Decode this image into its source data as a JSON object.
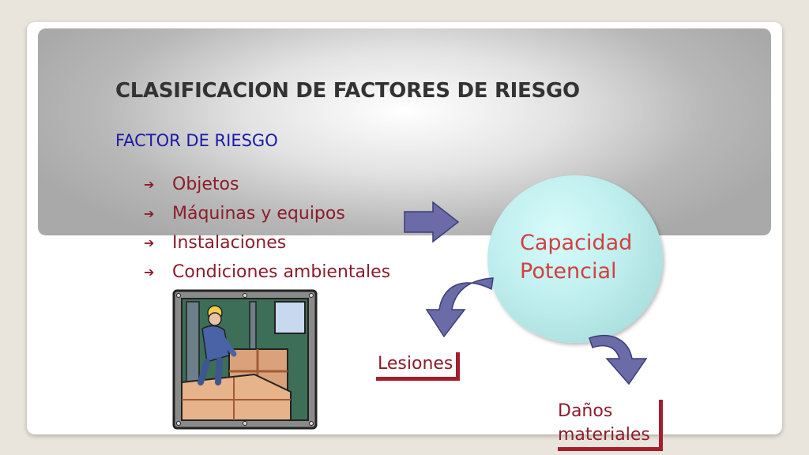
{
  "slide": {
    "title": "CLASIFICACION DE FACTORES DE RIESGO",
    "subtitle": "FACTOR DE RIESGO",
    "bullet_glyph": "➔",
    "items": [
      {
        "label": "Objetos"
      },
      {
        "label": "Máquinas y equipos"
      },
      {
        "label": "Instalaciones"
      },
      {
        "label": "Condiciones ambientales"
      }
    ],
    "circle": {
      "line1": "Capacidad",
      "line2": "Potencial"
    },
    "outcomes": {
      "lesiones": "Lesiones",
      "danos_line1": "Daños",
      "danos_line2": "materiales"
    }
  },
  "colors": {
    "title": "#333333",
    "subtitle": "#1a1aa6",
    "list_text": "#8c1c2b",
    "circle_text": "#d2403f",
    "arrow_fill": "#6b6ba8",
    "border_accent": "#a51e2e"
  },
  "icons": {
    "bullet": "arrow-right-icon",
    "flow_arrow": "block-arrow-right-icon",
    "clipart": "worker-lifting-boxes-clipart"
  }
}
